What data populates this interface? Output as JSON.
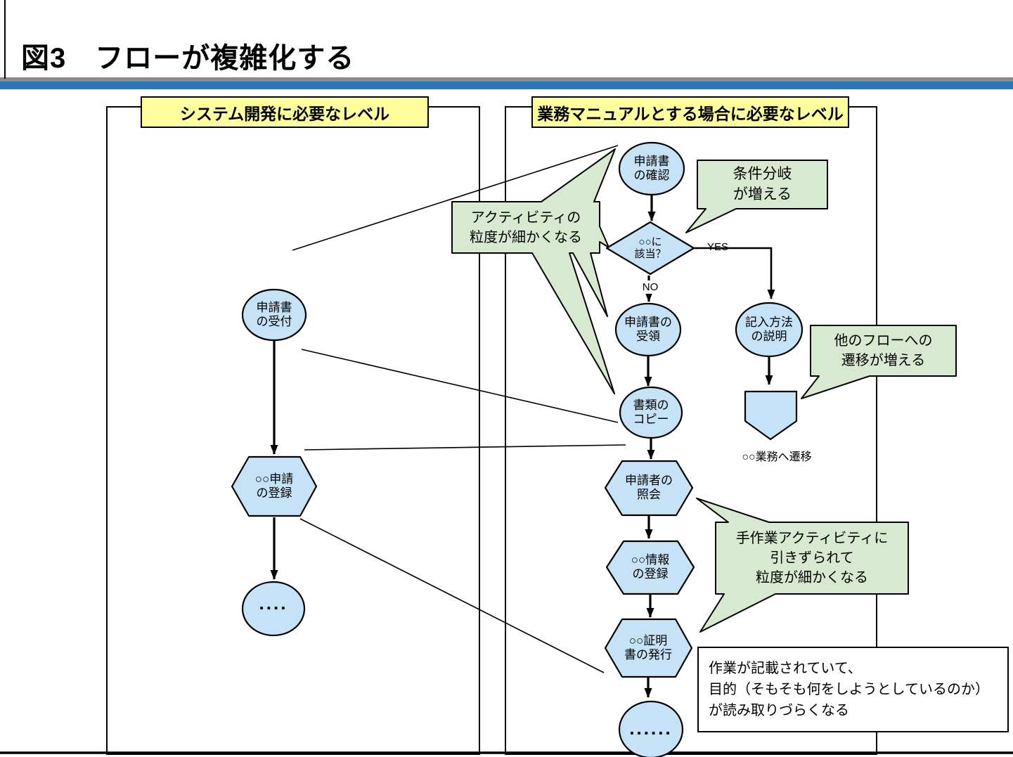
{
  "title": "図3　フローが複雑化する",
  "colors": {
    "node_fill": "#c6e2f6",
    "callout_fill": "#d8e9d1",
    "header_fill": "#ffff9e",
    "accent_bar": "#2e75b6",
    "band_gray": "#8c8c8c"
  },
  "left_panel": {
    "header": "システム開発に必要なレベル",
    "nodes": {
      "receipt": "申請書\nの受付",
      "register": "○○申請\nの登録",
      "dots": "...."
    }
  },
  "right_panel": {
    "header": "業務マニュアルとする場合に必要なレベル",
    "nodes": {
      "confirm": "申請書\nの確認",
      "decision": "○○に\n該当？",
      "yes": "YES",
      "no": "NO",
      "receive": "申請書の\n受領",
      "explain": "記入方法\nの説明",
      "copy": "書類の\nコピー",
      "inquiry": "申請者の\n照会",
      "info_register": "○○情報\nの登録",
      "certificate": "○○証明\n書の発行",
      "dots": "......",
      "offpage": "○○業務へ遷移"
    }
  },
  "callouts": {
    "branch": "条件分岐\nが増える",
    "granularity": "アクティビティの\n粒度が細かくなる",
    "transition": "他のフローへの\n遷移が増える",
    "manual": "手作業アクティビティに\n引きずられて\n粒度が細かくなる"
  },
  "note": "作業が記載されていて、\n目的（そもそも何をしようとしているのか）\nが読み取りづらくなる"
}
